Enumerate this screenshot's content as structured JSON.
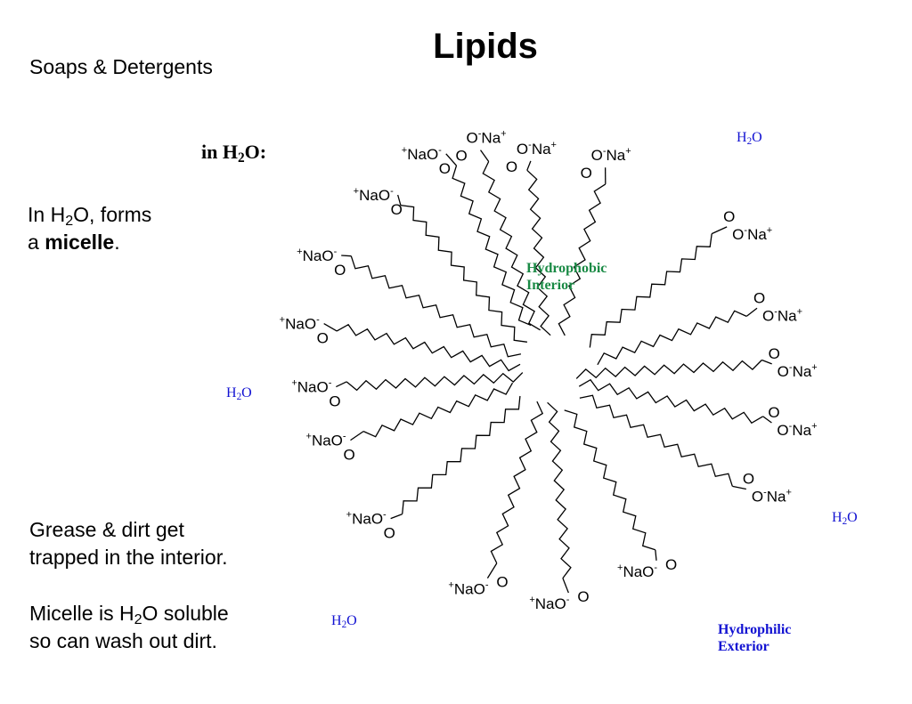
{
  "title": "Lipids",
  "subtitle": "Soaps & Detergents",
  "in_water_label": {
    "pre": "in H",
    "sub": "2",
    "post": "O:"
  },
  "micelle_text": {
    "line1_pre": "In H",
    "line1_sub": "2",
    "line1_post": "O, forms",
    "line2_pre": "a ",
    "line2_bold": "micelle",
    "line2_post": "."
  },
  "grease_text": {
    "line1": "Grease & dirt get",
    "line2": "trapped in the interior."
  },
  "soluble_text": {
    "line1_pre": "Micelle is H",
    "line1_sub": "2",
    "line1_post": "O soluble",
    "line2": "so can wash out dirt."
  },
  "water_labels": {
    "pre": "H",
    "sub": "2",
    "post": "O"
  },
  "interior_label": {
    "line1": "Hydrophobic",
    "line2": "Interior"
  },
  "exterior_label": {
    "line1": "Hydrophilic",
    "line2": "Exterior"
  },
  "carboxylate": {
    "o": "O",
    "minus": "-",
    "na": "Na",
    "plus": "+"
  },
  "colors": {
    "water": "#1212d2",
    "interior": "#1a8a45",
    "exterior": "#1212d2"
  },
  "diagram": {
    "soap_molecule_count": 18,
    "center_icon": "micelle-diagram"
  }
}
